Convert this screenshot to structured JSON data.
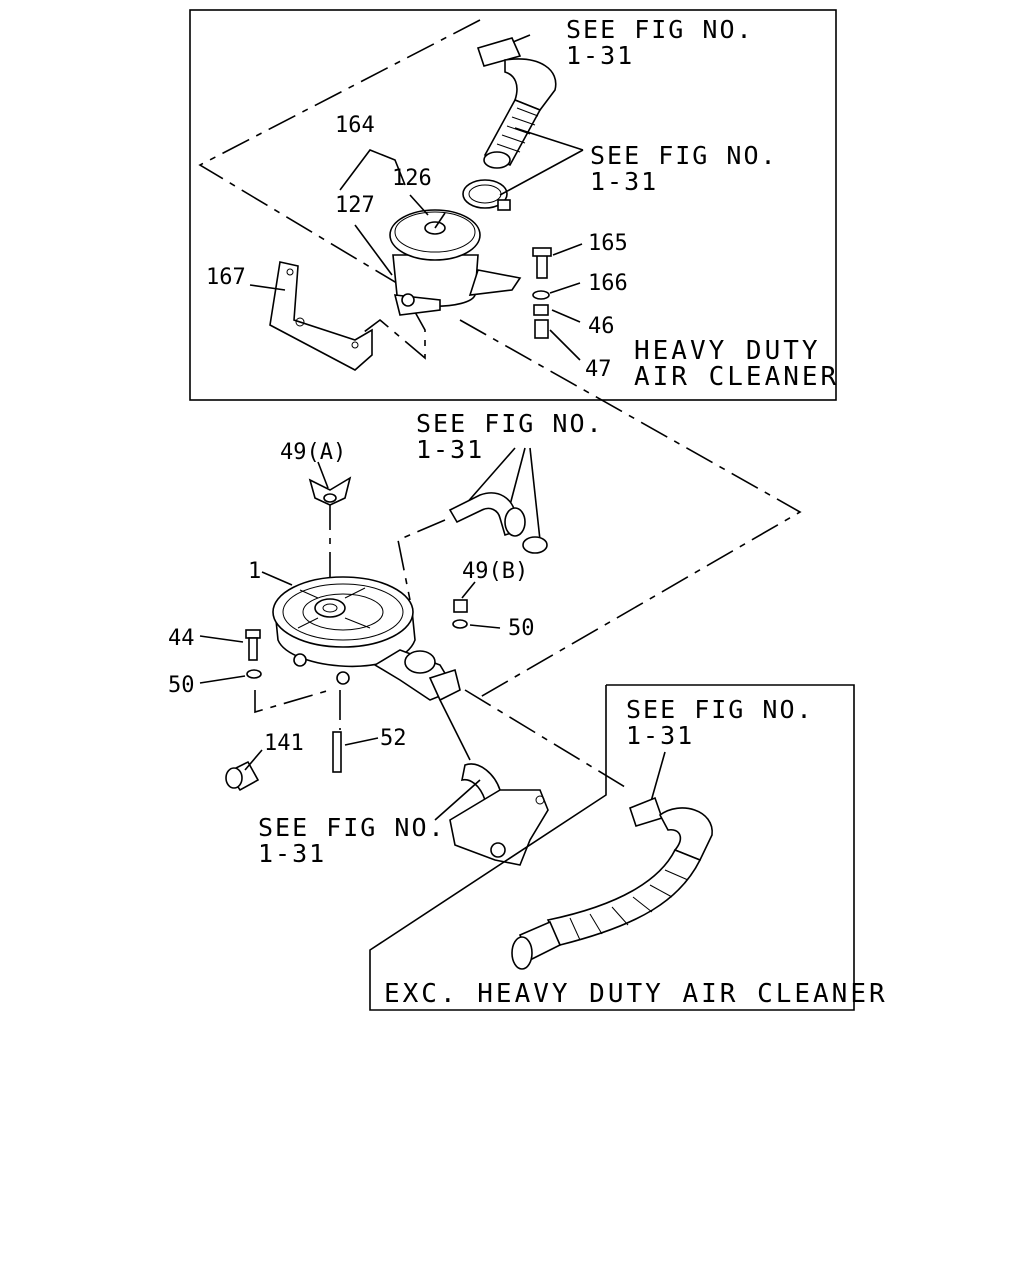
{
  "boxes": {
    "heavy_duty_caption_line1": "HEAVY DUTY",
    "heavy_duty_caption_line2": "AIR CLEANER",
    "exc_caption": "EXC. HEAVY DUTY AIR CLEANER"
  },
  "refs": {
    "ref_a_line1": "SEE FIG NO.",
    "ref_a_line2": "1-31",
    "ref_b_line1": "SEE FIG NO.",
    "ref_b_line2": "1-31",
    "ref_c_line1": "SEE FIG NO.",
    "ref_c_line2": "1-31",
    "ref_d_line1": "SEE FIG NO.",
    "ref_d_line2": "1-31",
    "ref_e_line1": "SEE FIG NO.",
    "ref_e_line2": "1-31"
  },
  "parts": {
    "p164": "164",
    "p126": "126",
    "p127": "127",
    "p165": "165",
    "p166": "166",
    "p167": "167",
    "p46": "46",
    "p47": "47",
    "p49a": "49(A)",
    "p49b": "49(B)",
    "p1": "1",
    "p50a": "50",
    "p44": "44",
    "p50b": "50",
    "p141": "141",
    "p52": "52"
  }
}
